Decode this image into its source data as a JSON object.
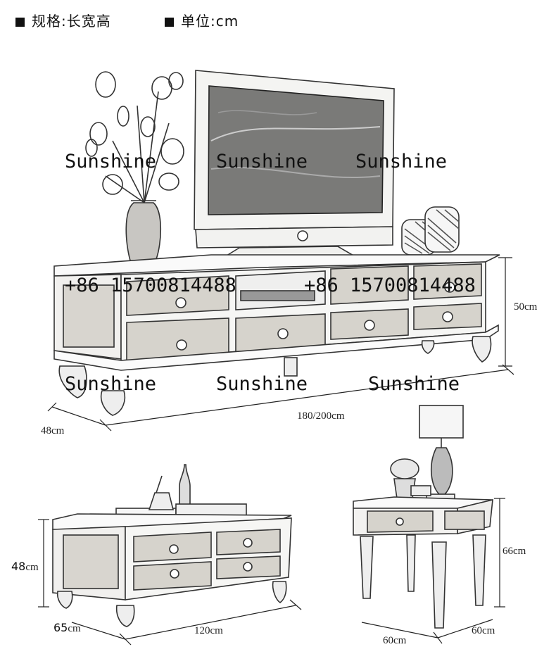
{
  "header": {
    "spec_label": "规格:长宽高",
    "unit_label": "单位:cm"
  },
  "watermarks": {
    "brand": "Sunshine",
    "phone": "+86 15700814488"
  },
  "tv_cabinet": {
    "height": "50cm",
    "depth": "48cm",
    "length": "180/200cm"
  },
  "coffee_table": {
    "height_num": "48",
    "height_unit": "cm",
    "depth_num": "65",
    "depth_unit": "cm",
    "length": "120cm"
  },
  "side_table": {
    "height": "66cm",
    "width": "60cm",
    "depth": "60cm"
  },
  "colors": {
    "ink": "#222222",
    "panel": "#d9d6d0",
    "screen": "#6e6e6e"
  }
}
